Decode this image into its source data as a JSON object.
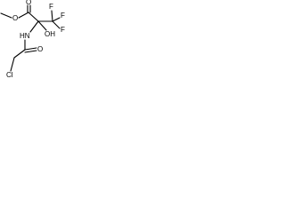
{
  "structure": {
    "atoms": {
      "ester_o": "O",
      "carbonyl_o_top": "O",
      "f_top": "F",
      "f_right_upper": "F",
      "f_right_lower": "F",
      "hn": "HN",
      "oh": "OH",
      "carbonyl_o_bottom": "O",
      "cl": "Cl"
    },
    "colors": {
      "bond": "#000000",
      "text": "#000000",
      "background": "#ffffff"
    }
  }
}
